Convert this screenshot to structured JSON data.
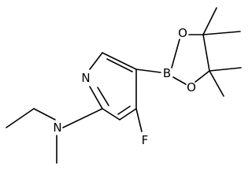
{
  "molecule": {
    "atoms": {
      "N1": "N",
      "N2": "N",
      "F": "F",
      "B": "B",
      "O1": "O",
      "O2": "O"
    }
  }
}
